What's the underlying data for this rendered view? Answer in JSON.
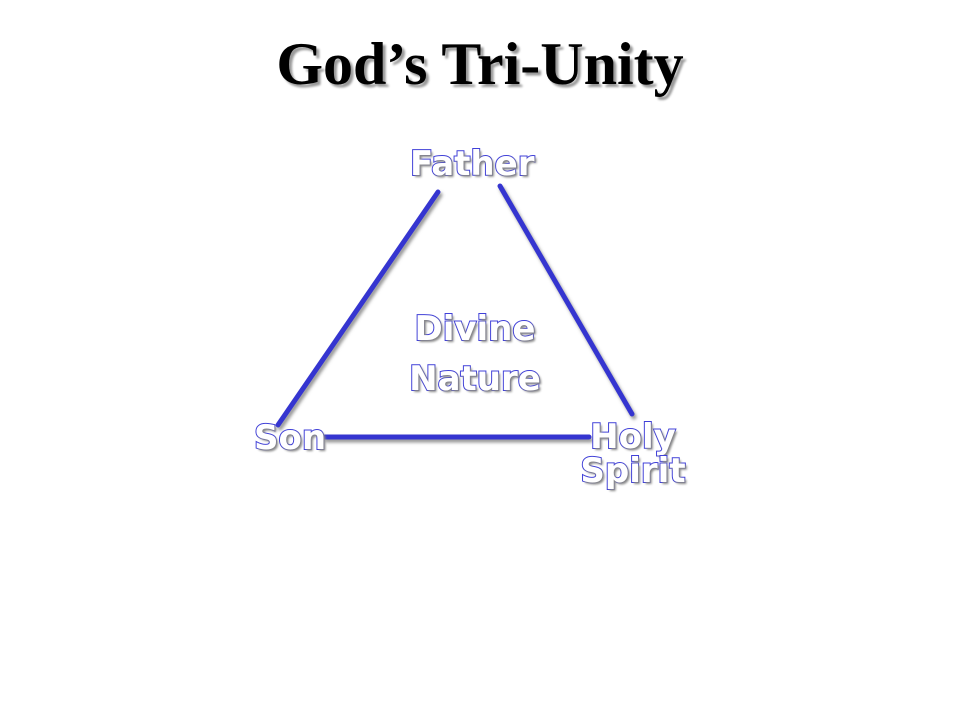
{
  "slide": {
    "title": "God’s Tri-Unity"
  },
  "diagram": {
    "top_node": "Father",
    "left_node": "Son",
    "right_node": {
      "line1": "Holy",
      "line2": "Spirit"
    },
    "center": {
      "line1": "Divine",
      "line2": "Nature"
    },
    "edge_color": "#3535d0",
    "label_outline_color": "#4040d8"
  }
}
